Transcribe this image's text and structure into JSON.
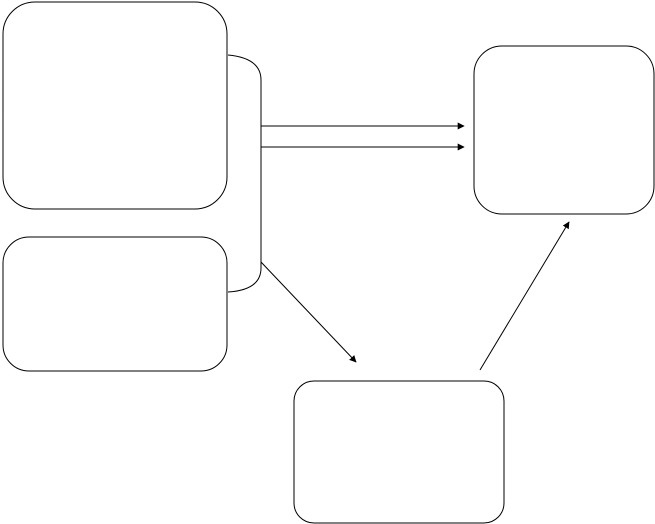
{
  "diagram": {
    "nodes": [
      {
        "id": "box-top-left",
        "label": ""
      },
      {
        "id": "box-bottom-left",
        "label": ""
      },
      {
        "id": "box-right",
        "label": ""
      },
      {
        "id": "box-bottom-center",
        "label": ""
      }
    ],
    "edges": [
      {
        "from": "left-group",
        "to": "box-right"
      },
      {
        "from": "left-group",
        "to": "box-right"
      },
      {
        "from": "left-group",
        "to": "box-bottom-center"
      },
      {
        "from": "box-bottom-center",
        "to": "box-right"
      }
    ],
    "colors": {
      "stroke": "#000000",
      "fill": "#ffffff",
      "background": "#ffffff"
    }
  }
}
